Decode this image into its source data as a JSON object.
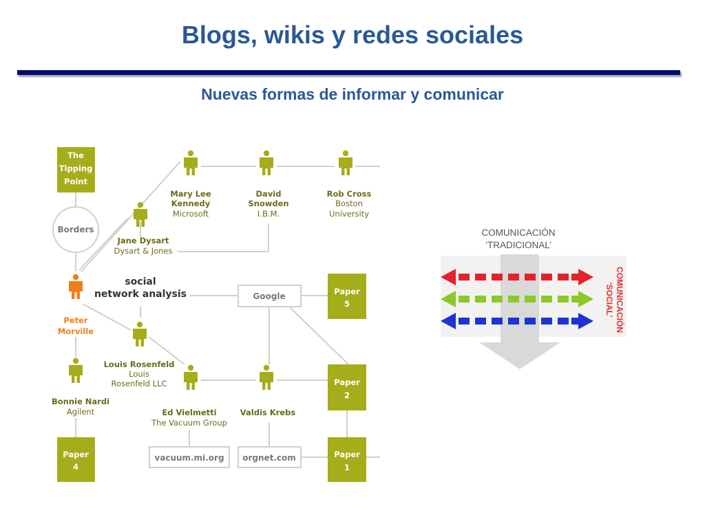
{
  "slide": {
    "title": "Blogs, wikis y redes sociales",
    "subtitle": "Nuevas formas de informar y comunicar"
  },
  "network": {
    "accent_color": "#a6ad1a",
    "highlight_color": "#f07f1a",
    "line_color": "#cccccc",
    "center_label": [
      "social",
      "network analysis"
    ],
    "people": {
      "mary": {
        "name": [
          "Mary Lee",
          "Kennedy"
        ],
        "org": [
          "Microsoft"
        ]
      },
      "david": {
        "name": [
          "David",
          "Snowden"
        ],
        "org": [
          "I.B.M."
        ]
      },
      "rob": {
        "name": [
          "Rob Cross"
        ],
        "org": [
          "Boston",
          "University"
        ]
      },
      "jane": {
        "name": [
          "Jane Dysart"
        ],
        "org": [
          "Dysart & Jones"
        ]
      },
      "peter": {
        "name": [
          "Peter",
          "Morville"
        ],
        "org": []
      },
      "louis": {
        "name": [
          "Louis Rosenfeld"
        ],
        "org": [
          "Louis",
          "Rosenfeld LLC"
        ]
      },
      "bonnie": {
        "name": [
          "Bonnie Nardi"
        ],
        "org": [
          "Agilent"
        ]
      },
      "ed": {
        "name": [
          "Ed Vielmetti"
        ],
        "org": [
          "The Vacuum Group"
        ]
      },
      "valdis": {
        "name": [
          "Valdis Krebs"
        ],
        "org": []
      }
    },
    "boxes": {
      "tipping": [
        "The",
        "Tipping",
        "Point"
      ],
      "paper5": [
        "Paper",
        "5"
      ],
      "paper2": [
        "Paper",
        "2"
      ],
      "paper4": [
        "Paper",
        "4"
      ],
      "paper1": [
        "Paper",
        "1"
      ]
    },
    "borders_label": "Borders",
    "sites": {
      "google": "Google",
      "vacuum": "vacuum.mi.org",
      "orgnet": "orgnet.com"
    }
  },
  "comunicacion": {
    "traditional_label": [
      "COMUNICACIÓN",
      "‘TRADICIONAL’"
    ],
    "social_label": [
      "COMUNICACIÓN",
      "‘SOCIAL’"
    ],
    "arrow_colors": [
      "#e8202a",
      "#8ac926",
      "#1a34d8"
    ],
    "big_arrow_color": "#d9d9d9",
    "social_label_color": "#e03030"
  }
}
